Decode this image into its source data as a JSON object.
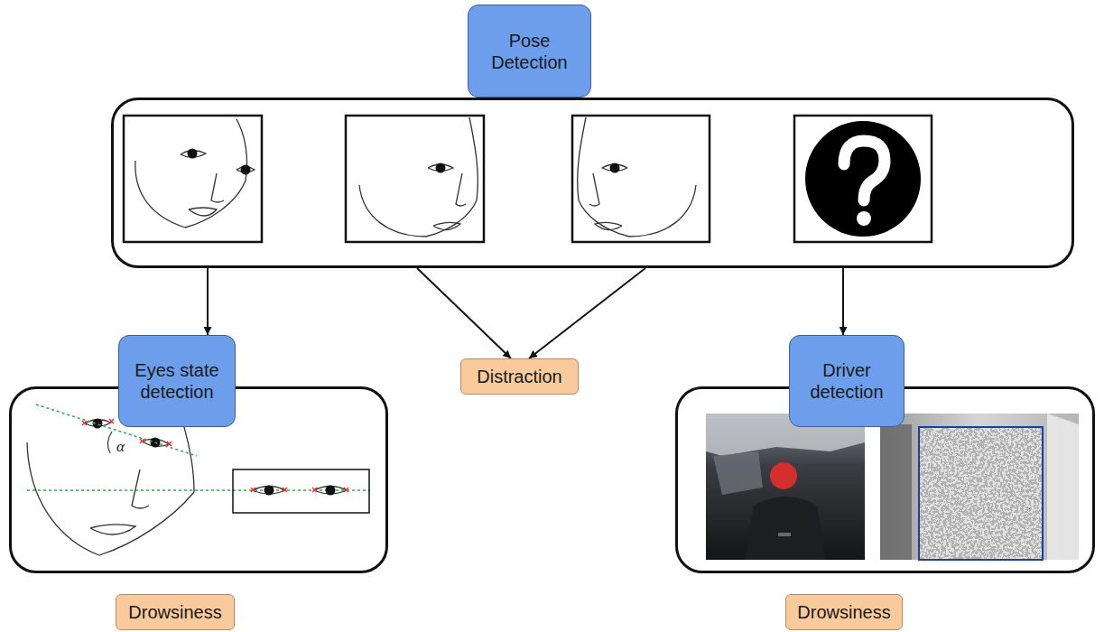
{
  "diagram": {
    "nodes": [
      {
        "text": [
          "Pose Detection"
        ]
      },
      {
        "text": [
          "Eyes state detection"
        ]
      },
      {
        "text": [
          "Distraction"
        ]
      },
      {
        "text": [
          "Driver detection"
        ]
      },
      {
        "text": [
          "Drowsiness"
        ]
      },
      {
        "text": [
          "Drowsiness"
        ]
      }
    ],
    "edges": [
      {
        "from": 0,
        "to": 1,
        "arrow": "to"
      },
      {
        "from": 0,
        "to": 2,
        "arrow": "to"
      },
      {
        "from": 0,
        "to": 2,
        "arrow": "to"
      },
      {
        "from": 0,
        "to": 3,
        "arrow": "to"
      }
    ],
    "labels": [
      "α"
    ]
  }
}
